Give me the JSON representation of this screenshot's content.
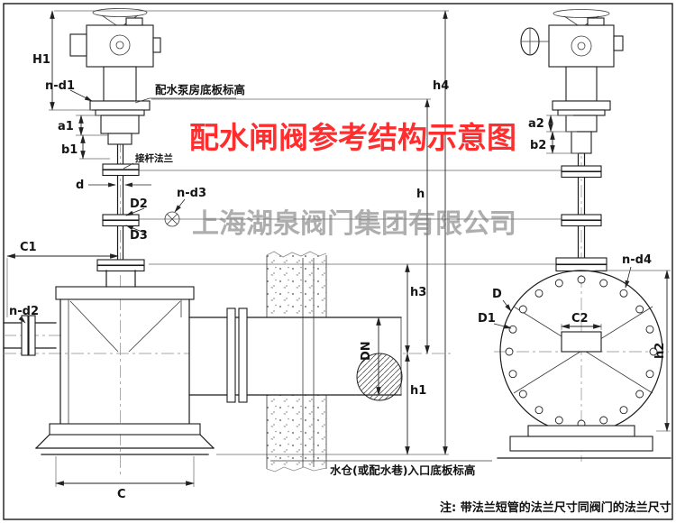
{
  "title": {
    "text": "配水闸阀参考结构示意图",
    "color": "#ff1c1c"
  },
  "watermark": {
    "text": "上海湖泉阀门集团有限公司",
    "color": "#7d7d7d"
  },
  "note": {
    "text": "注: 带法兰短管的法兰尺寸同阀门的法兰尺寸"
  },
  "annotations": {
    "pump_floor": "配水泵房底板标高",
    "rod_flange": "接杆法兰",
    "sump_floor": "水仓(或配水巷)入口底板标高"
  },
  "dimensions": {
    "left_view": {
      "H1": "H1",
      "n_d1": "n-d1",
      "a1": "a1",
      "b1": "b1",
      "d": "d",
      "D2": "D2",
      "n_d3": "n-d3",
      "D3": "D3",
      "C1": "C1",
      "n_d2": "n-d2",
      "C": "C",
      "DN": "DN",
      "h1": "h1",
      "h3": "h3",
      "h": "h",
      "h4": "h4"
    },
    "right_view": {
      "a2": "a2",
      "b2": "b2",
      "n_d4": "n-d4",
      "D": "D",
      "D1": "D1",
      "C2": "C2",
      "h2": "h2"
    }
  }
}
